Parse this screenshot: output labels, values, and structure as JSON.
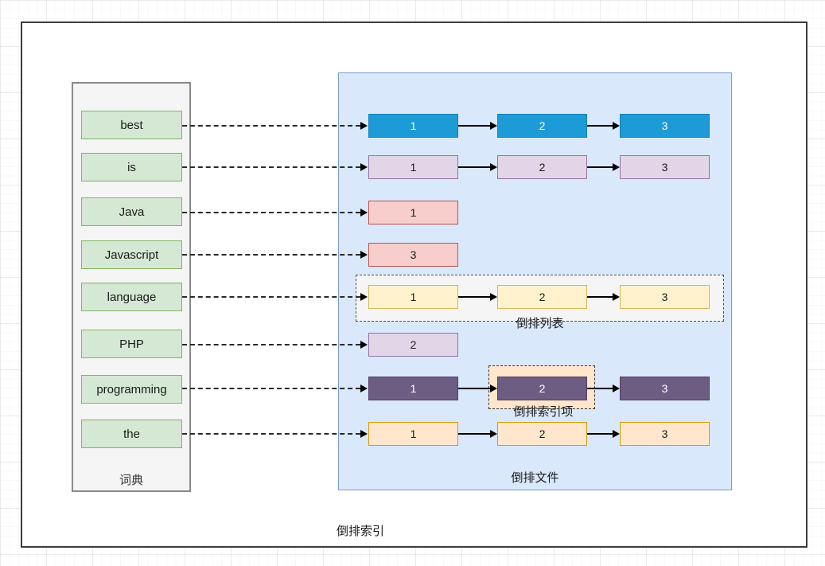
{
  "frame": {
    "caption": "倒排索引"
  },
  "dictionary": {
    "label": "词典",
    "words": [
      "best",
      "is",
      "Java",
      "Javascript",
      "language",
      "PHP",
      "programming",
      "the"
    ]
  },
  "inverted_file": {
    "label": "倒排文件",
    "posting_list_label": "倒排列表",
    "posting_item_label": "倒排索引项",
    "rows": [
      {
        "term": "best",
        "color_key": "blue",
        "postings": [
          "1",
          "2",
          "3"
        ]
      },
      {
        "term": "is",
        "color_key": "lavender",
        "postings": [
          "1",
          "2",
          "3"
        ]
      },
      {
        "term": "Java",
        "color_key": "pink",
        "postings": [
          "1"
        ]
      },
      {
        "term": "Javascript",
        "color_key": "pink",
        "postings": [
          "3"
        ]
      },
      {
        "term": "language",
        "color_key": "yellow",
        "postings": [
          "1",
          "2",
          "3"
        ]
      },
      {
        "term": "PHP",
        "color_key": "lavender",
        "postings": [
          "2"
        ]
      },
      {
        "term": "programming",
        "color_key": "dark_purple",
        "postings": [
          "1",
          "2",
          "3"
        ]
      },
      {
        "term": "the",
        "color_key": "peach",
        "postings": [
          "1",
          "2",
          "3"
        ]
      }
    ]
  },
  "colors": {
    "canvas_frame_border": "#3c3c3c",
    "dictionary_fill": "#f5f5f5",
    "dictionary_border": "#8a8a8a",
    "term_fill": "#d5e8d4",
    "term_border": "#82b366",
    "inverted_file_fill": "#dae8fc",
    "inverted_file_border": "#7e9ccb",
    "blue_fill": "#1d9bd7",
    "lavender_fill": "#e1d5e7",
    "lavender_border": "#9673a6",
    "pink_fill": "#f8cecc",
    "pink_border": "#b85450",
    "yellow_fill": "#fff2cc",
    "yellow_border": "#d6b656",
    "dark_purple_fill": "#6e5d82",
    "peach_fill": "#ffe6cc",
    "peach_border": "#d79b00",
    "posting_list_group_fill": "#f5f5f5",
    "posting_item_group_fill": "#ffe6cc"
  }
}
